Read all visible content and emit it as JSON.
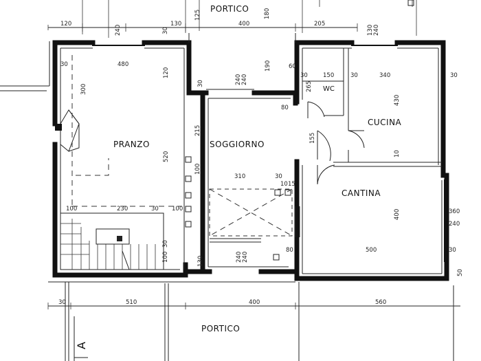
{
  "rooms": {
    "portico_top": "PORTICO",
    "pranzo": "PRANZO",
    "soggiorno": "SOGGIORNO",
    "wc": "WC",
    "cucina": "CUCINA",
    "cantina": "CANTINA",
    "portico_bottom": "PORTICO"
  },
  "section_marker": "A",
  "dimensions": {
    "top_120": "120",
    "top_240a": "240",
    "top_30a": "30",
    "top_130": "130",
    "top_125": "125",
    "top_400": "400",
    "top_180": "180",
    "top_205": "205",
    "top_130b": "130",
    "top_240b": "240",
    "left_30": "30",
    "left_480": "480",
    "left_300": "300",
    "pr_120": "120",
    "pr_520": "520",
    "so_30": "30",
    "so_240": "240",
    "so_240b": "240",
    "so_190": "190",
    "so_80": "80",
    "so_215": "215",
    "so_100": "100",
    "so_310": "310",
    "so_30b": "30",
    "so_10": "10",
    "so_15": "15",
    "st_100": "100",
    "st_230": "230",
    "st_30": "30",
    "st_100b": "100",
    "st_30b": "30",
    "st_100c": "100",
    "wc_60": "60",
    "wc_30": "30",
    "wc_150": "150",
    "wc_30b": "30",
    "wc_340": "340",
    "wc_30c": "30",
    "wc_265": "265",
    "cu_430": "430",
    "cu_10": "10",
    "cu_155": "155",
    "ca_400": "400",
    "ca_360": "360",
    "ca_240": "240",
    "ca_500": "500",
    "ca_30": "30",
    "ca_80": "80",
    "ca_50": "50",
    "bo_130": "130",
    "bo_240": "240",
    "bo_240b": "240",
    "bo_30": "30",
    "bo_510": "510",
    "bo_400": "400",
    "bo_560": "560"
  }
}
